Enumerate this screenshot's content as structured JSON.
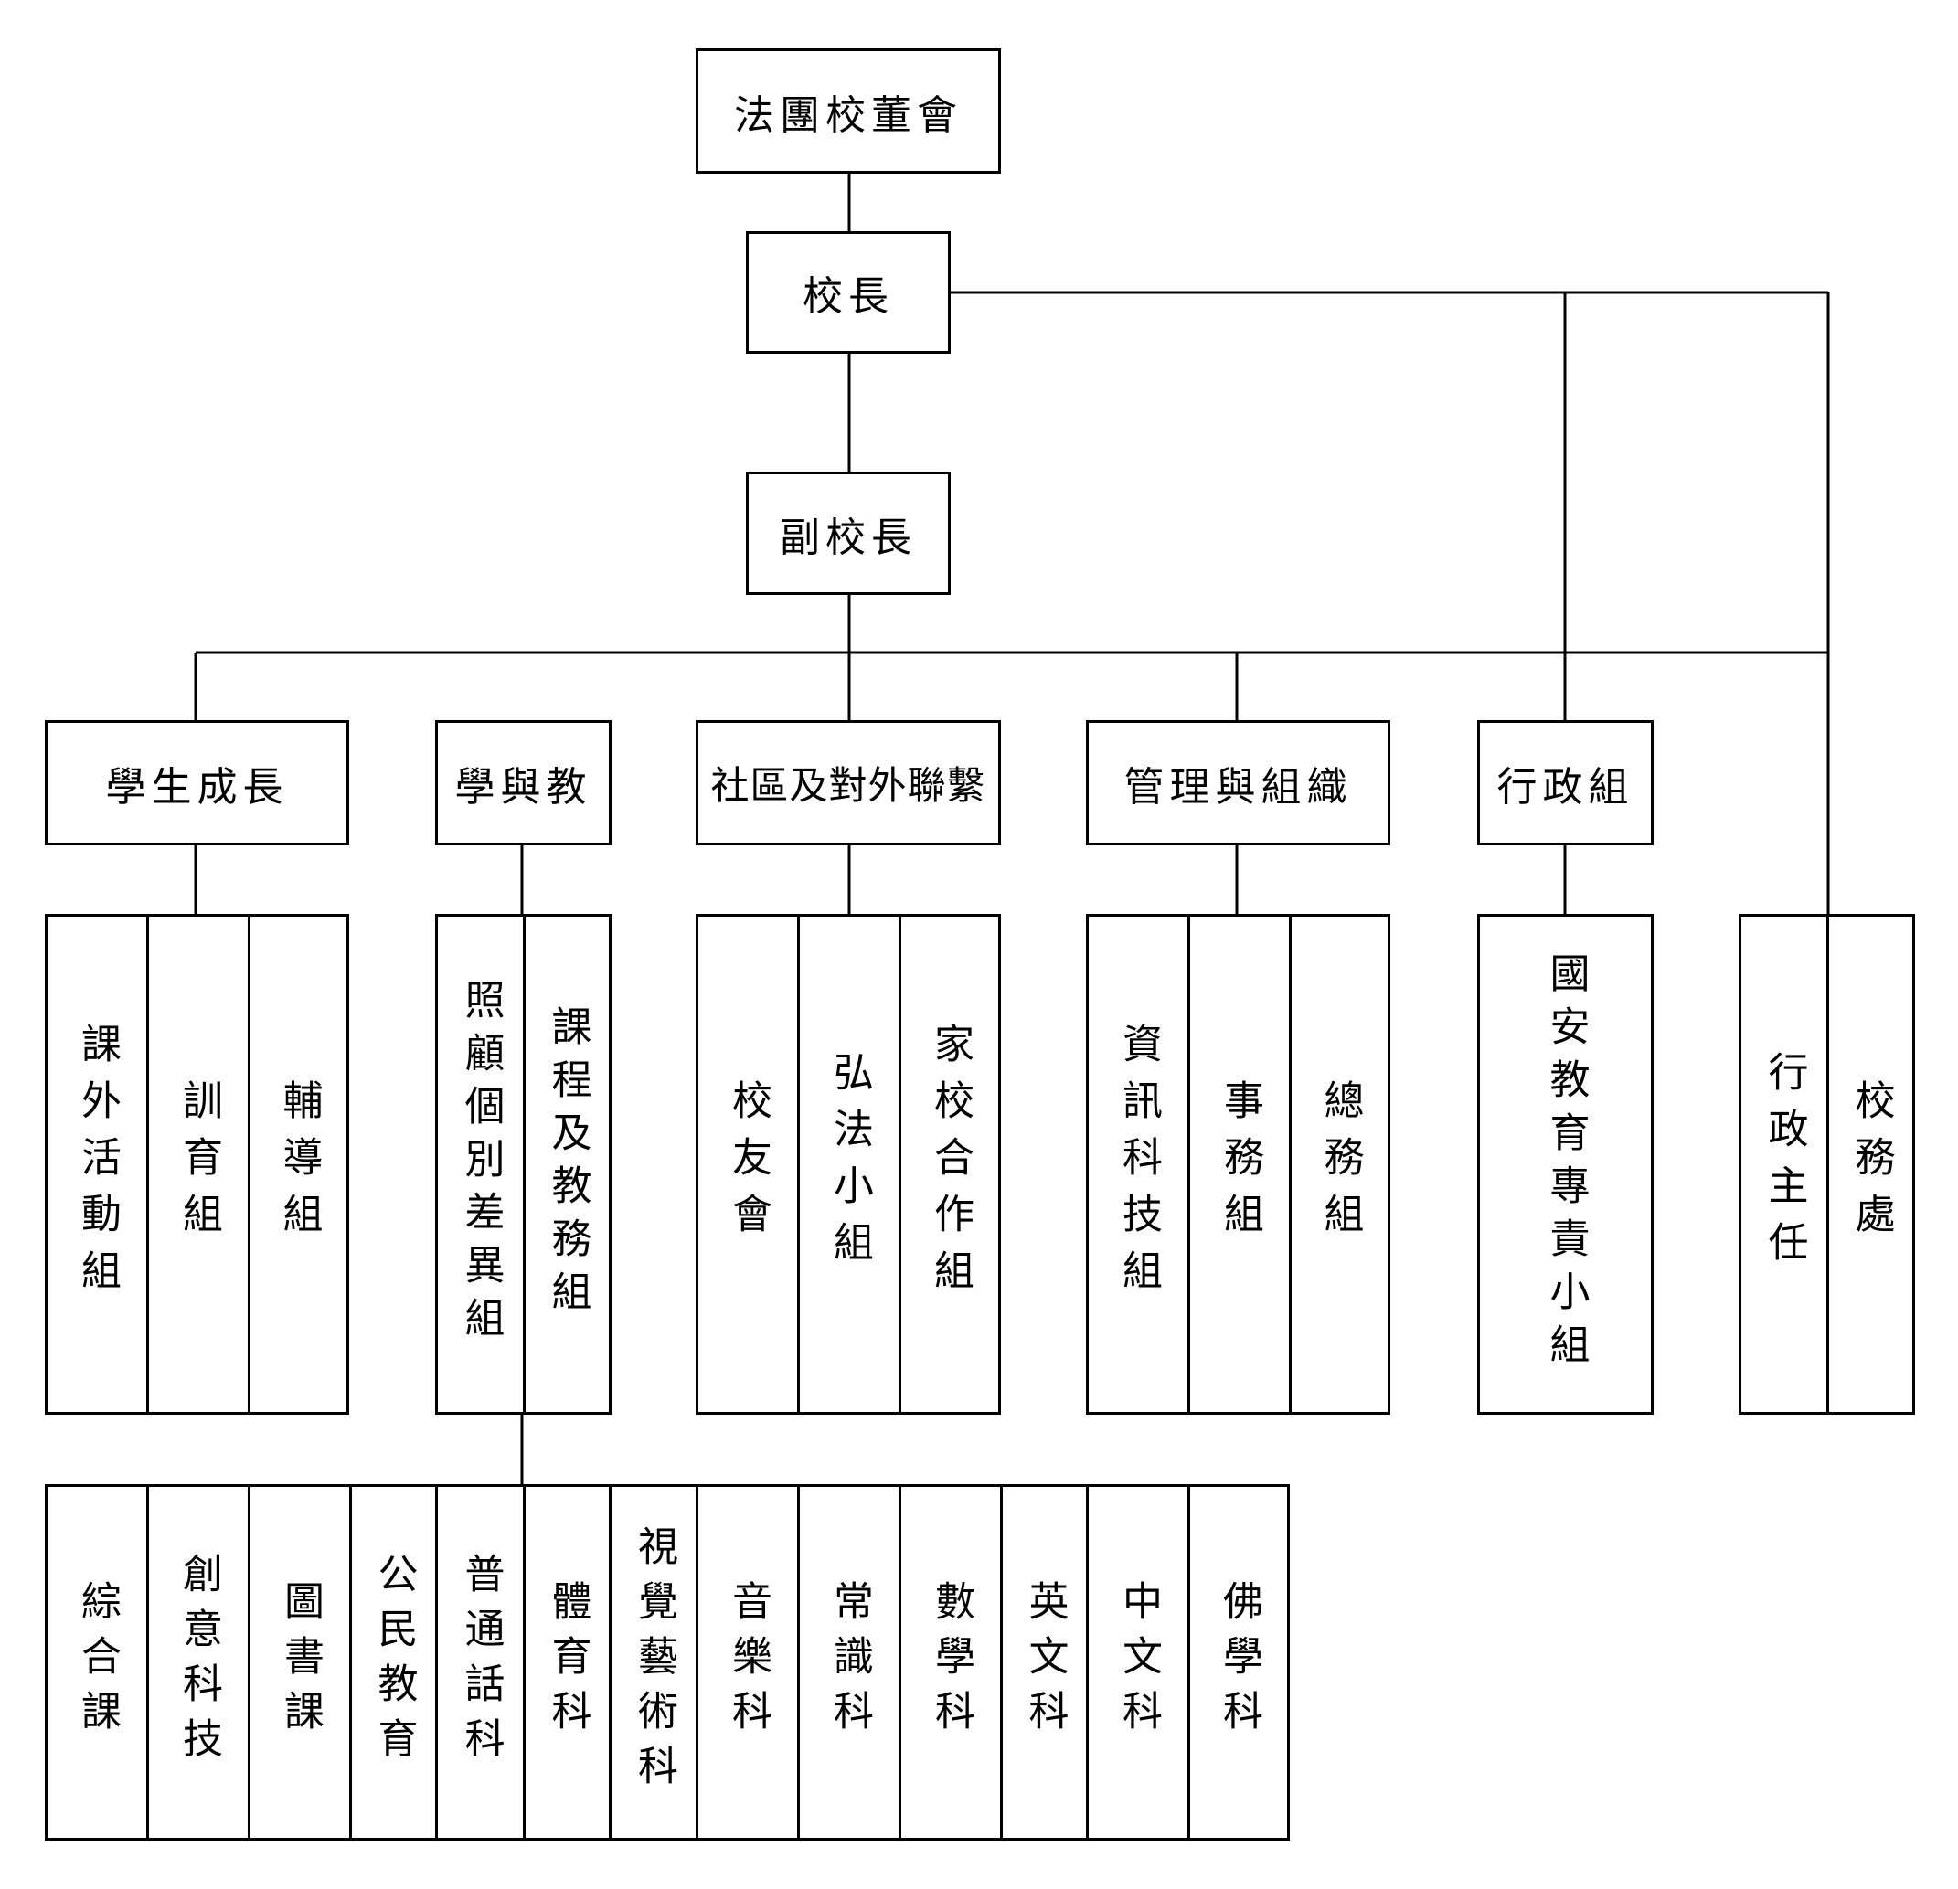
{
  "board": "法團校董會",
  "principal": "校長",
  "vice_principal": "副校長",
  "departments": {
    "student_growth": "學生成長",
    "learning_teaching": "學與教",
    "community": "社區及對外聯繫",
    "management": "管理與組織",
    "admin_group": "行政組"
  },
  "units": {
    "extracurricular": "課外活動組",
    "discipline": "訓育組",
    "counselling": "輔導組",
    "diverse_needs": "照顧個別差異組",
    "curriculum": "課程及教務組",
    "alumni": "校友會",
    "dharma": "弘法小組",
    "parent_school": "家校合作組",
    "it": "資訊科技組",
    "affairs": "事務組",
    "general_affairs": "總務組",
    "national_security": "國安教育專責小組",
    "admin_head": "行政主任",
    "school_office": "校務處"
  },
  "subjects": [
    "綜合課",
    "創意科技",
    "圖書課",
    "公民教育",
    "普通話科",
    "體育科",
    "視覺藝術科",
    "音樂科",
    "常識科",
    "數學科",
    "英文科",
    "中文科",
    "佛學科"
  ]
}
